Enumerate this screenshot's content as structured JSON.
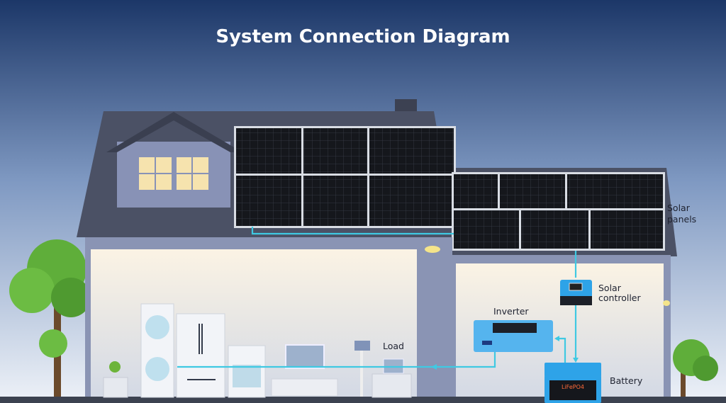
{
  "title": "System Connection Diagram",
  "labels": {
    "solar_panels_line1": "Solar",
    "solar_panels_line2": "panels",
    "solar_controller_line1": "Solar",
    "solar_controller_line2": "controller",
    "inverter": "Inverter",
    "battery": "Battery",
    "load": "Load",
    "battery_brand": "LiFePO4"
  },
  "colors": {
    "sky_top": "#1c3768",
    "sky_bottom": "#eef2f8",
    "cable": "#3fc9e2",
    "device_blue": "#2ea3e8",
    "roof": "#4b5165"
  }
}
